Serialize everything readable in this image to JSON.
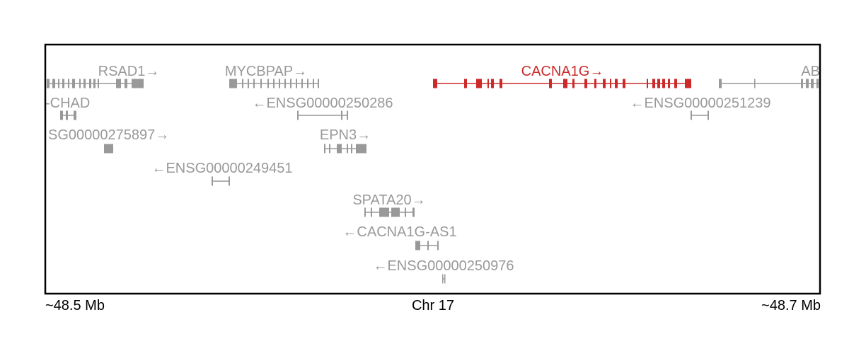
{
  "axis": {
    "left_label": "~48.5 Mb",
    "center_label": "Chr 17",
    "right_label": "~48.7 Mb"
  },
  "colors": {
    "default_gene": "#999999",
    "highlight_gene": "#cc2a2a",
    "frame": "#000000"
  },
  "genes": [
    {
      "id": "rsad1",
      "label": "RSAD1→",
      "highlight": false
    },
    {
      "id": "mycbpap",
      "label": "MYCBPAP→",
      "highlight": false
    },
    {
      "id": "cacna1g",
      "label": "CACNA1G→",
      "highlight": true
    },
    {
      "id": "abcc3",
      "label": "AB",
      "highlight": false
    },
    {
      "id": "chad",
      "label": "-CHAD",
      "highlight": false
    },
    {
      "id": "ensg250286",
      "label": "←ENSG00000250286",
      "highlight": false
    },
    {
      "id": "ensg251239",
      "label": "←ENSG00000251239",
      "highlight": false
    },
    {
      "id": "ensg275897",
      "label": "SG00000275897→",
      "highlight": false
    },
    {
      "id": "epn3",
      "label": "EPN3→",
      "highlight": false
    },
    {
      "id": "ensg249451",
      "label": "←ENSG00000249451",
      "highlight": false
    },
    {
      "id": "spata20",
      "label": "SPATA20→",
      "highlight": false
    },
    {
      "id": "cacna1g-as1",
      "label": "←CACNA1G-AS1",
      "highlight": false
    },
    {
      "id": "ensg250976",
      "label": "←ENSG00000250976",
      "highlight": false
    }
  ]
}
